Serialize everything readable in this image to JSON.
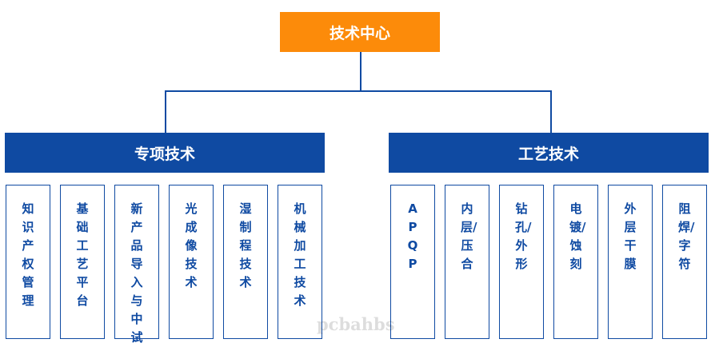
{
  "root": {
    "label": "技术中心"
  },
  "branches": [
    {
      "label": "专项技术",
      "children": [
        "知识产权管理",
        "基础工艺平台",
        "新产品导入与中试",
        "光成像技术",
        "湿制程技术",
        "机械加工技术"
      ]
    },
    {
      "label": "工艺技术",
      "children": [
        "APQP",
        "内层/压合",
        "钻孔/外形",
        "电镀/蚀刻",
        "外层干膜",
        "阻焊/字符"
      ]
    }
  ],
  "watermark": "pcbahbs",
  "colors": {
    "root": "#fc8b0a",
    "branch": "#0f4aa2",
    "connector": "#0f4aa2"
  }
}
